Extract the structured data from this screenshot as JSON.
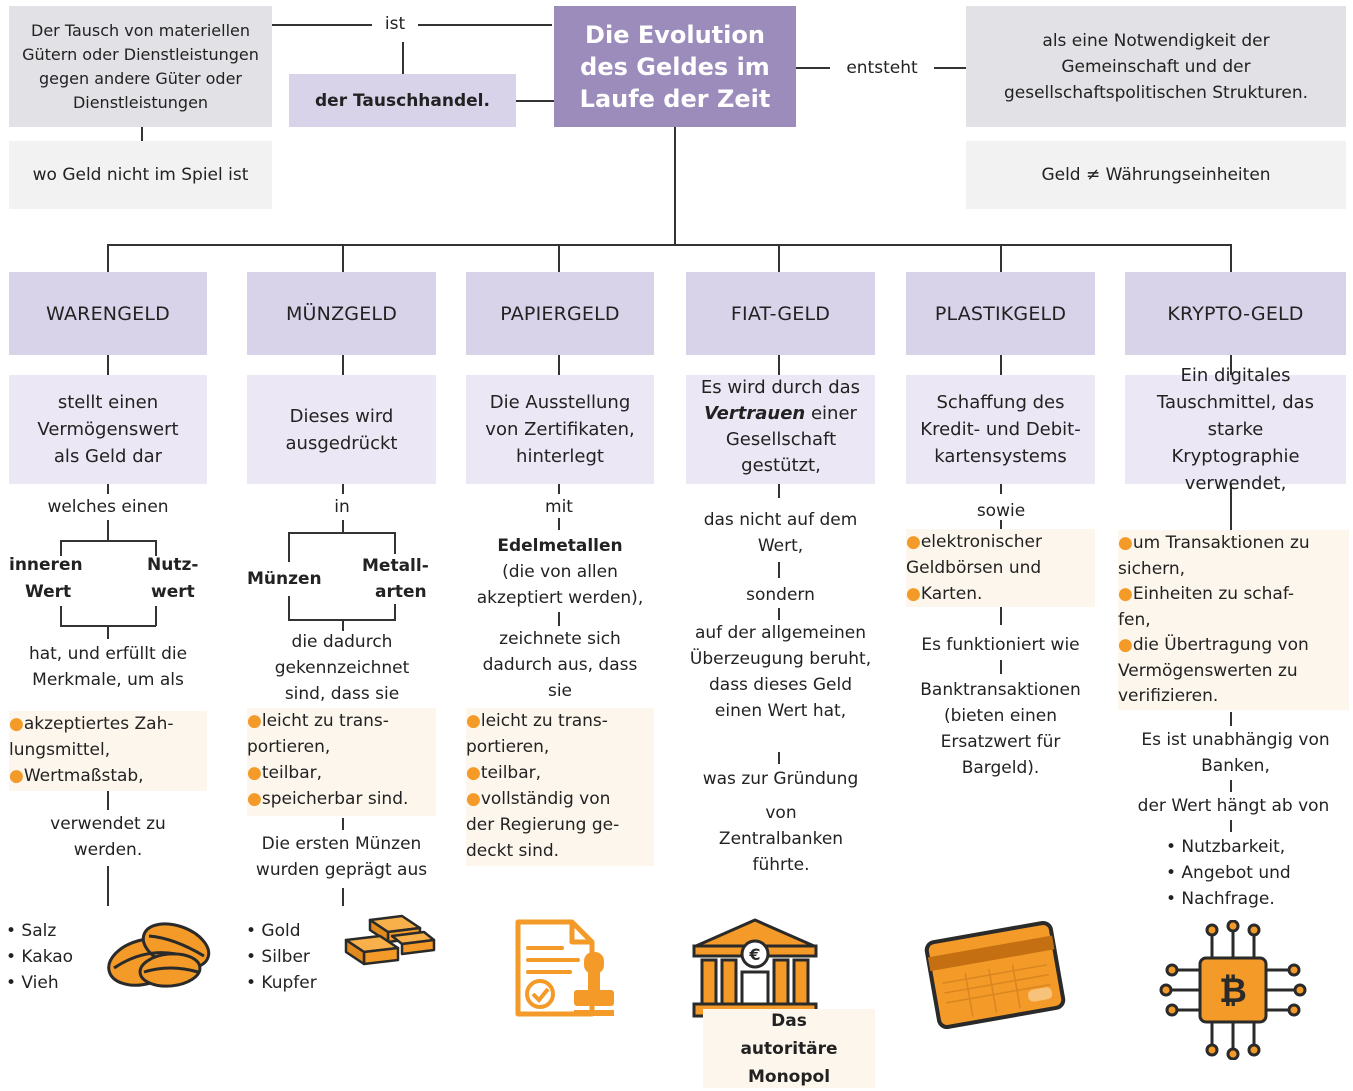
{
  "title": "Die Evolution des Geldes im Laufe der Zeit",
  "top": {
    "barter_def": "Der Tausch von materiellen Gütern oder Dienstleistungen gegen andere Güter oder Dienstleistungen",
    "ist": "ist",
    "barter": "der Tauschhandel.",
    "no_money": "wo Geld nicht im Spiel ist",
    "entsteht": "entsteht",
    "necessity": "als eine Notwendigkeit der Gemeinschaft und der gesellschaftspolitischen Strukturen.",
    "neq": "Geld ≠ Währungseinheiten"
  },
  "categories": [
    "WARENGELD",
    "MÜNZGELD",
    "PAPIERGELD",
    "FIAT-GELD",
    "PLASTIKGELD",
    "KRYPTO-GELD"
  ],
  "waren": {
    "desc": "stellt einen Vermögenswert als Geld dar",
    "welches": "welches einen",
    "inner1": "inneren",
    "inner2": "Wert",
    "nutz1": "Nutz-",
    "nutz2": "wert",
    "hat": "hat, und erfüllt die Merkmale, um als",
    "b1": "akzeptiertes Zah-",
    "b1b": "lungsmittel,",
    "b2": "Wertmaßstab,",
    "verwendet": "verwendet zu werden.",
    "items": [
      "• Salz",
      "• Kakao",
      "• Vieh"
    ]
  },
  "muenz": {
    "desc": "Dieses wird ausgedrückt",
    "in": "in",
    "m1": "Münzen",
    "m2a": "Metall-",
    "m2b": "arten",
    "dadurch": "die dadurch gekennzeichnet sind, dass sie",
    "b1": "leicht zu trans-",
    "b1b": "portieren,",
    "b2": "teilbar,",
    "b3": "speicherbar sind.",
    "erste": "Die ersten Münzen wurden geprägt aus",
    "items": [
      "• Gold",
      "• Silber",
      "• Kupfer"
    ]
  },
  "papier": {
    "desc": "Die Ausstellung von Zertifikaten, hinterlegt",
    "mit": "mit",
    "edel": "Edelmetallen",
    "edel2": "(die von allen akzeptiert werden),",
    "zeichnete": "zeichnete sich dadurch aus, dass sie",
    "b1": "leicht zu trans-",
    "b1b": "portieren,",
    "b2": "teilbar,",
    "b3": "vollständig von",
    "b3b": "der Regierung ge-",
    "b3c": "deckt sind."
  },
  "fiat": {
    "d1": "Es wird durch das",
    "d2i": "Vertrauen",
    "d2": " einer",
    "d3": "Gesellschaft gestützt,",
    "nicht": "das nicht auf dem Wert,",
    "sondern": "sondern",
    "auf": "auf der allgemeinen Überzeugung beruht, dass dieses Geld einen Wert hat,",
    "gruendung": "was zur Gründung",
    "zentral": "von Zentralbanken führte.",
    "monopol": "Das autoritäre Monopol"
  },
  "plastik": {
    "desc": "Schaffung des Kredit- und Debit-kartensystems",
    "sowie": "sowie",
    "b1": "elektronischer",
    "b1b": "Geldbörsen und",
    "b2": "Karten.",
    "funkt": "Es funktioniert wie",
    "bank": "Banktransaktionen (bieten einen Ersatzwert für Bargeld)."
  },
  "krypto": {
    "desc": "Ein digitales Tauschmittel, das starke Kryptographie verwendet,",
    "b1": "um Transaktionen zu",
    "b1b": "sichern,",
    "b2": "Einheiten zu schaf-",
    "b2b": "fen,",
    "b3": "die Übertragung von",
    "b3b": "Vermögenswerten zu",
    "b3c": "verifizieren.",
    "unab": "Es ist unabhängig von Banken,",
    "wert": "der Wert hängt ab von",
    "items": [
      "• Nutzbarkeit,",
      "• Angebot und",
      "• Nachfrage."
    ]
  },
  "colors": {
    "accent": "#9c8cbb",
    "orange": "#f39a28",
    "lavender": "#d9d3ea",
    "grey": "#e2e1e5",
    "cream": "#fdf6ec"
  },
  "icons": [
    "cocoa-beans-icon",
    "gold-bars-icon",
    "certificate-stamp-icon",
    "central-bank-icon",
    "credit-card-icon",
    "bitcoin-chip-icon"
  ]
}
